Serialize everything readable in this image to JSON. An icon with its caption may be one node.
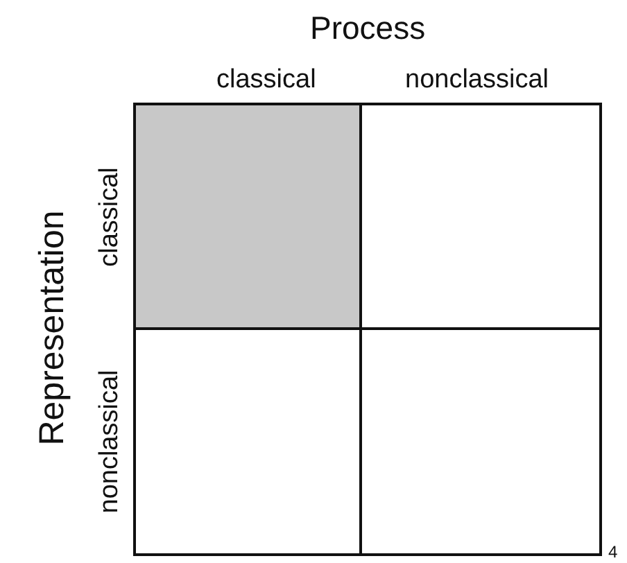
{
  "diagram": {
    "labels": [
      "Process",
      "classical",
      "nonclassical",
      "Representation",
      "classical",
      "nonclassical",
      "4"
    ]
  }
}
